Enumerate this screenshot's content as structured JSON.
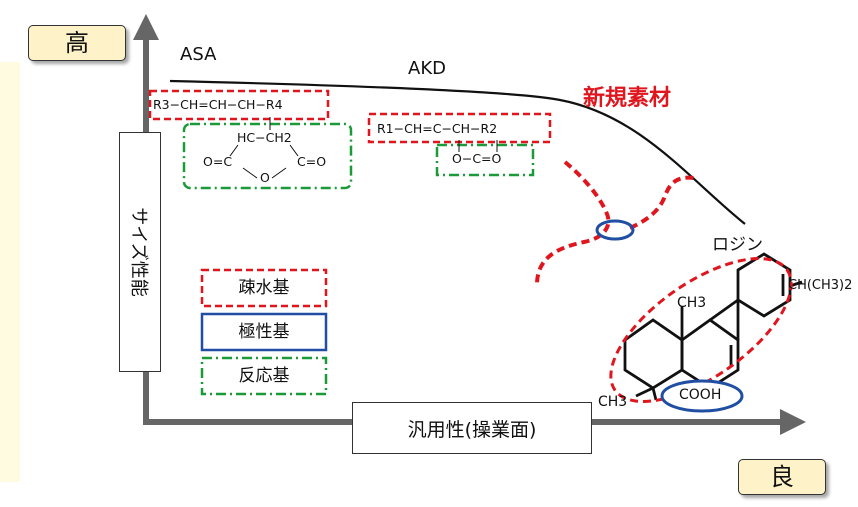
{
  "axes": {
    "y_high_label": "高",
    "x_good_label": "良",
    "y_axis_title": "サイズ性能",
    "x_axis_title": "汎用性(操業面)"
  },
  "curve_labels": {
    "asa": "ASA",
    "akd": "AKD",
    "new_material": "新規素材",
    "rosin": "ロジン"
  },
  "legend": [
    {
      "label": "疎水基",
      "color": "#e0161e",
      "style": "dashed"
    },
    {
      "label": "極性基",
      "color": "#1f4ea3",
      "style": "solid"
    },
    {
      "label": "反応基",
      "color": "#1b9a3a",
      "style": "dash-dot"
    }
  ],
  "asa_structure": {
    "chain": "R3−CH=CH−CH−R4",
    "ring_top": "HC−CH2",
    "ring_left": "O=C",
    "ring_right": "C=O",
    "ring_o": "O"
  },
  "akd_structure": {
    "chain": "R1−CH=C−CH−R2",
    "ring": "O−C=O"
  },
  "rosin_structure": {
    "ch3_top": "CH3",
    "ch3_bottom": "CH3",
    "isopropyl": "CH(CH3)2",
    "carboxyl": "COOH"
  },
  "colors": {
    "hydrophobic": "#e0161e",
    "polar": "#1f4ea3",
    "reactive": "#1b9a3a",
    "axis": "#666666",
    "tag_bg": "#fdf2c8"
  }
}
